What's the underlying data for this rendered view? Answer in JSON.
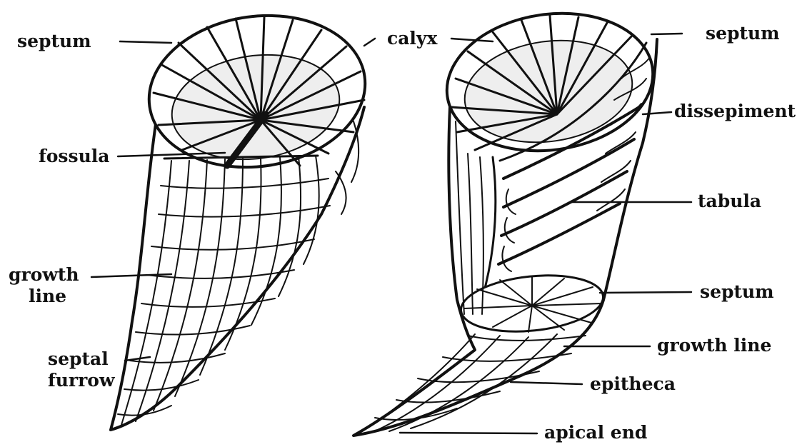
{
  "labels": {
    "septum_left": "septum",
    "fossula": "fossula",
    "growth_line_left_1": "growth",
    "growth_line_left_2": "line",
    "septal_furrow_1": "septal",
    "septal_furrow_2": "furrow",
    "calyx": "calyx",
    "septum_top_right": "septum",
    "dissepiment": "dissepiment",
    "tabula": "tabula",
    "septum_mid_right": "septum",
    "growth_line_right": "growth line",
    "epitheca": "epitheca",
    "apical_end": "apical end"
  },
  "colors": {
    "ink": "#111111",
    "background": "#ffffff"
  }
}
